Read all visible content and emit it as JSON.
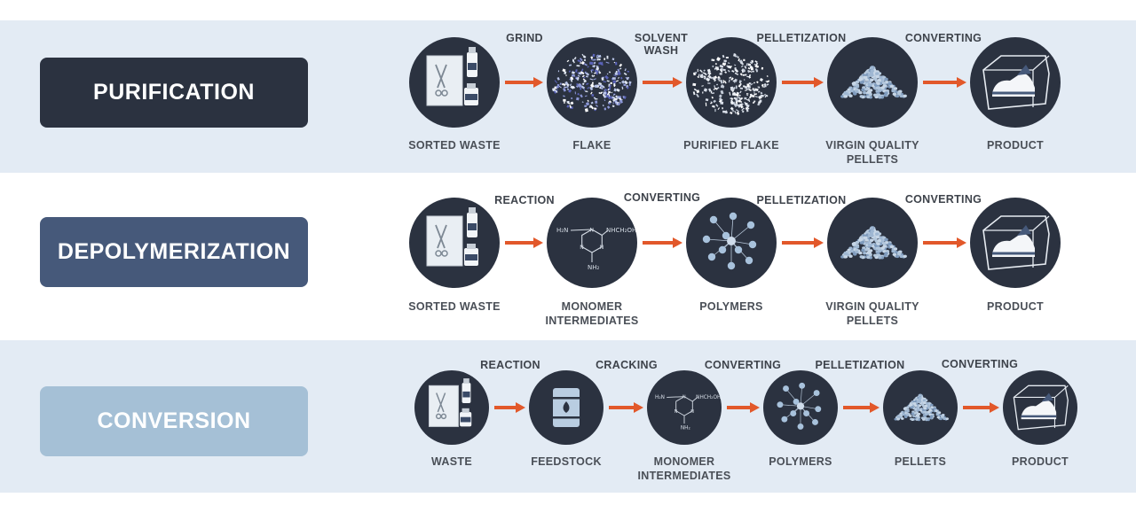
{
  "colors": {
    "band_shaded": "#e3ebf4",
    "node_fill": "#2b3240",
    "arrow": "#e2582a",
    "purification_box": "#2b3240",
    "depolymerization_box": "#46597a",
    "conversion_box": "#a5c0d6"
  },
  "rows": [
    {
      "title": "PURIFICATION",
      "nodes": [
        {
          "icon": "medical-waste-icon",
          "label": "SORTED WASTE"
        },
        {
          "icon": "flake-icon",
          "label": "FLAKE"
        },
        {
          "icon": "purified-flake-icon",
          "label": "PURIFIED FLAKE"
        },
        {
          "icon": "pellets-pile-icon",
          "label": "VIRGIN QUALITY PELLETS"
        },
        {
          "icon": "shoe-box-icon",
          "label": "PRODUCT"
        }
      ],
      "steps": [
        "GRIND",
        "SOLVENT WASH",
        "PELLETIZATION",
        "CONVERTING"
      ]
    },
    {
      "title": "DEPOLYMERIZATION",
      "nodes": [
        {
          "icon": "medical-waste-icon",
          "label": "SORTED WASTE"
        },
        {
          "icon": "molecule-icon",
          "label": "MONOMER INTERMEDIATES"
        },
        {
          "icon": "polymer-network-icon",
          "label": "POLYMERS"
        },
        {
          "icon": "pellets-pile-icon",
          "label": "VIRGIN QUALITY PELLETS"
        },
        {
          "icon": "shoe-box-icon",
          "label": "PRODUCT"
        }
      ],
      "steps": [
        "REACTION",
        "CONVERTING",
        "PELLETIZATION",
        "CONVERTING"
      ]
    },
    {
      "title": "CONVERSION",
      "nodes": [
        {
          "icon": "medical-waste-icon",
          "label": "WASTE"
        },
        {
          "icon": "oil-barrel-icon",
          "label": "FEEDSTOCK"
        },
        {
          "icon": "molecule-icon",
          "label": "MONOMER INTERMEDIATES"
        },
        {
          "icon": "polymer-network-icon",
          "label": "POLYMERS"
        },
        {
          "icon": "pellets-pile-icon",
          "label": "PELLETS"
        },
        {
          "icon": "shoe-box-icon",
          "label": "PRODUCT"
        }
      ],
      "steps": [
        "REACTION",
        "CRACKING",
        "CONVERTING",
        "PELLETIZATION",
        "CONVERTING"
      ]
    }
  ],
  "molecule": {
    "top_left": "H₂N",
    "top_right": "NHCH₂OH",
    "bottom": "NH₂",
    "ring_atom": "N"
  }
}
